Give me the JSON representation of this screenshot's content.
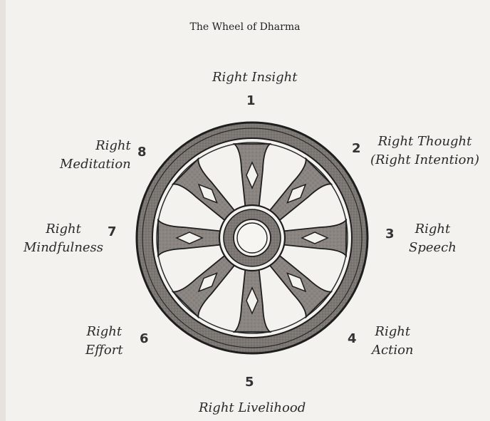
{
  "title": "The Wheel of Dharma",
  "path": [
    {
      "number": "1",
      "line1": "Right Insight",
      "line2": ""
    },
    {
      "number": "2",
      "line1": "Right Thought",
      "line2": "(Right Intention)"
    },
    {
      "number": "3",
      "line1": "Right",
      "line2": "Speech"
    },
    {
      "number": "4",
      "line1": "Right",
      "line2": "Action"
    },
    {
      "number": "5",
      "line1": "Right Livelihood",
      "line2": ""
    },
    {
      "number": "6",
      "line1": "Right",
      "line2": "Effort"
    },
    {
      "number": "7",
      "line1": "Right",
      "line2": "Mindfulness"
    },
    {
      "number": "8",
      "line1": "Right",
      "line2": "Meditation"
    }
  ],
  "colors": {
    "rim": "#7a7571",
    "rim_stroke": "#1e1e1e",
    "spoke": "#8a8581",
    "background": "#f4f2ef"
  }
}
